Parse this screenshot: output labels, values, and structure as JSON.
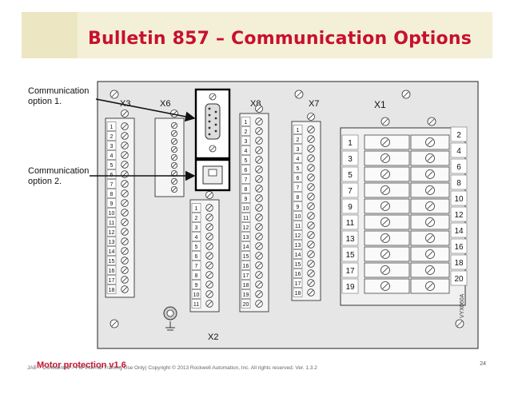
{
  "title": "Bulletin 857 – Communication Options",
  "callouts": {
    "option1": "Communication\noption 1.",
    "option2": "Communication\noption 2."
  },
  "connectors": {
    "x3": "X3",
    "x6": "X6",
    "x8": "X8",
    "x7": "X7",
    "x1": "X1",
    "x2": "X2"
  },
  "terminals": {
    "x3": [
      "1",
      "2",
      "3",
      "4",
      "5",
      "6",
      "7",
      "8",
      "9",
      "10",
      "11",
      "12",
      "13",
      "14",
      "15",
      "16",
      "17",
      "18"
    ],
    "x8": [
      "1",
      "2",
      "3",
      "4",
      "5",
      "6",
      "7",
      "8",
      "9",
      "10",
      "11",
      "12",
      "13",
      "14",
      "15",
      "16",
      "17",
      "18",
      "19",
      "20"
    ],
    "x7": [
      "1",
      "2",
      "3",
      "4",
      "5",
      "6",
      "7",
      "8",
      "9",
      "10",
      "11",
      "12",
      "13",
      "14",
      "15",
      "16",
      "17",
      "18"
    ],
    "x2": [
      "1",
      "2",
      "3",
      "4",
      "5",
      "6",
      "7",
      "8",
      "9",
      "10",
      "11"
    ],
    "x1_left": [
      "1",
      "3",
      "5",
      "7",
      "9",
      "11",
      "13",
      "15",
      "17",
      "19"
    ],
    "x1_right": [
      "2",
      "4",
      "6",
      "8",
      "10",
      "12",
      "14",
      "16",
      "18",
      "20"
    ]
  },
  "drawing_code": "VYX060A",
  "footer": {
    "course": "Motor protection v1.6",
    "copyright": "JAB – Confidential – For Internal Training Use Only) Copyright © 2013 Rockwell Automation, Inc. All rights reserved.   Ver. 1.3.2",
    "slide_number": "24"
  },
  "colors": {
    "accent": "#c8102e",
    "title_bar": "#f4f0d8",
    "panel_bg": "#e6e6e6"
  }
}
